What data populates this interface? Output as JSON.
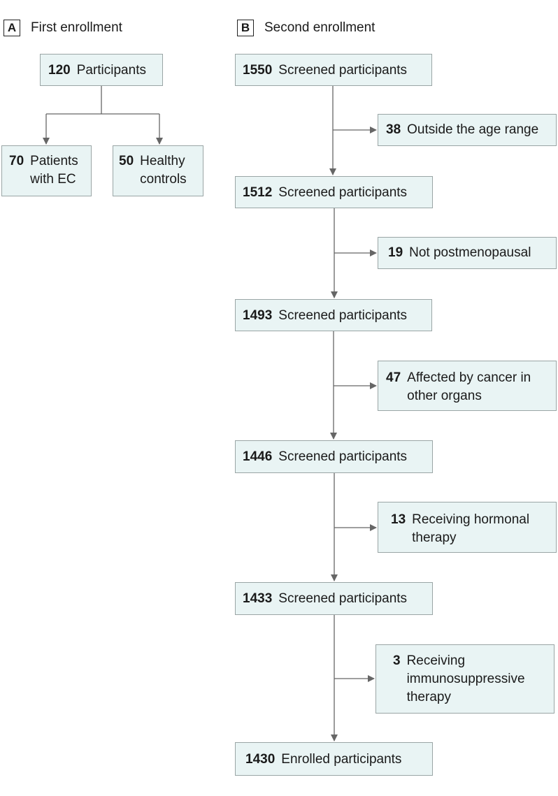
{
  "panel_a": {
    "letter": "A",
    "title": "First enrollment",
    "top": {
      "count": "120",
      "label": "Participants"
    },
    "left": {
      "count": "70",
      "label": "Patients with EC"
    },
    "right": {
      "count": "50",
      "label": "Healthy controls"
    }
  },
  "panel_b": {
    "letter": "B",
    "title": "Second enrollment",
    "steps": [
      {
        "count": "1550",
        "label": "Screened participants"
      },
      {
        "count": "1512",
        "label": "Screened participants"
      },
      {
        "count": "1493",
        "label": "Screened participants"
      },
      {
        "count": "1446",
        "label": "Screened participants"
      },
      {
        "count": "1433",
        "label": "Screened participants"
      },
      {
        "count": "1430",
        "label": "Enrolled participants"
      }
    ],
    "exclusions": [
      {
        "count": "38",
        "label": "Outside the age range"
      },
      {
        "count": "19",
        "label": "Not postmenopausal"
      },
      {
        "count": "47",
        "label": "Affected by cancer in other organs"
      },
      {
        "count": "13",
        "label": "Receiving hormonal therapy"
      },
      {
        "count": "3",
        "label": "Receiving immunosuppressive therapy"
      }
    ]
  }
}
